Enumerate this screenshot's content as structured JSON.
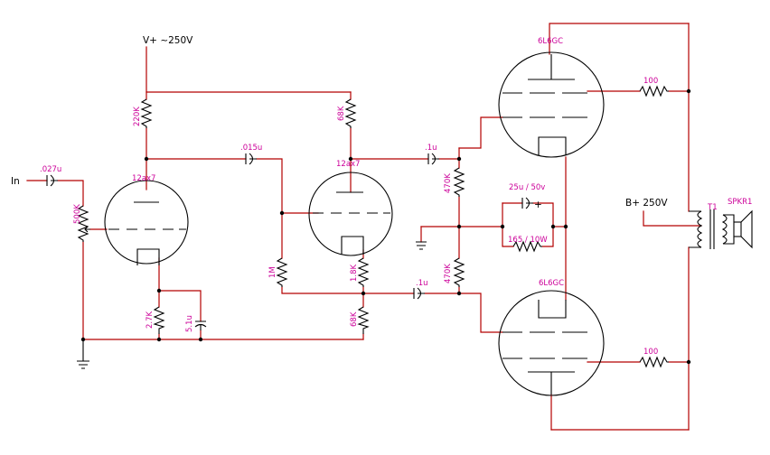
{
  "supply": {
    "v_plus": "V+ ~250V",
    "b_plus": "B+ 250V"
  },
  "input": {
    "label": "In"
  },
  "tubes": {
    "v1": "12ax7",
    "v2": "12ax7",
    "p1": "6L6GC",
    "p2": "6L6GC"
  },
  "transformer": {
    "t1": "T1",
    "speaker": "SPKR1"
  },
  "components": {
    "c_in": ".027u",
    "pot": "500K",
    "r_plate1": "220K",
    "r_cathode1": "2.7K",
    "c_bypass": "5.1u",
    "c_couple1": ".015u",
    "r_grid": "1M",
    "r_plate2": "68K",
    "r_cathode2": "1.8K",
    "r_tail": "68K",
    "c_out1": ".1u",
    "c_out2": ".1u",
    "r_grid_p1": "470K",
    "r_grid_p2": "470K",
    "c_cathode_pwr": "25u / 50v",
    "r_cathode_pwr": "165 / 10W",
    "r_screen1": "100",
    "r_screen2": "100"
  },
  "colors": {
    "wire": "#b30000",
    "component": "#000000",
    "label": "#cc0099"
  }
}
